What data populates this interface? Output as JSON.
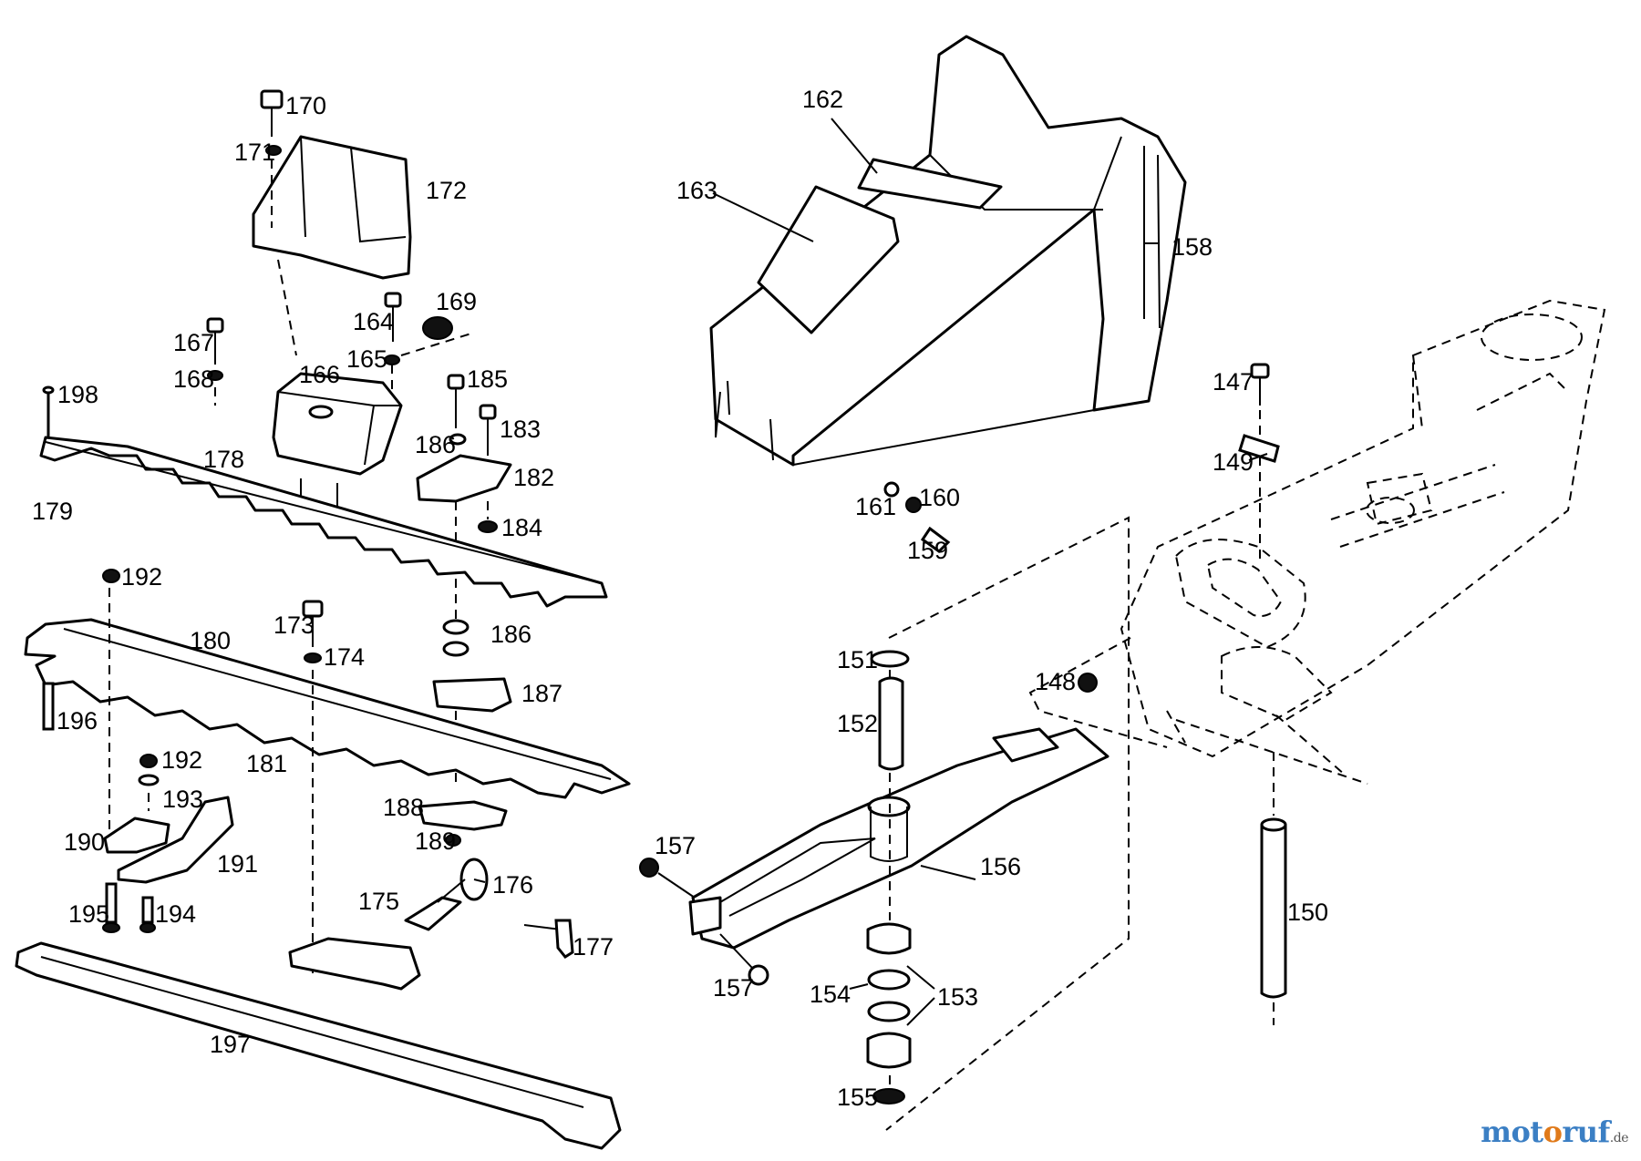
{
  "labels": {
    "p147": "147",
    "p148": "148",
    "p149": "149",
    "p150": "150",
    "p151": "151",
    "p152": "152",
    "p153": "153",
    "p154": "154",
    "p155": "155",
    "p156": "156",
    "p157a": "157",
    "p157b": "157",
    "p158": "158",
    "p159": "159",
    "p160": "160",
    "p161": "161",
    "p162": "162",
    "p163": "163",
    "p164": "164",
    "p165": "165",
    "p166": "166",
    "p167": "167",
    "p168": "168",
    "p169": "169",
    "p170": "170",
    "p171": "171",
    "p172": "172",
    "p173": "173",
    "p174": "174",
    "p175": "175",
    "p176": "176",
    "p177": "177",
    "p178": "178",
    "p179": "179",
    "p180": "180",
    "p181": "181",
    "p182": "182",
    "p183": "183",
    "p184": "184",
    "p185": "185",
    "p186a": "186",
    "p186b": "186",
    "p187": "187",
    "p188": "188",
    "p189": "189",
    "p190": "190",
    "p191": "191",
    "p192a": "192",
    "p192b": "192",
    "p193": "193",
    "p194": "194",
    "p195": "195",
    "p196": "196",
    "p197": "197",
    "p198": "198"
  },
  "watermark": {
    "part1": "mot",
    "part2": "o",
    "part3": "ruf",
    "tld": ".de"
  },
  "colors": {
    "ink": "#000000",
    "paper": "#ffffff",
    "brand_blue": "#3b7fc4",
    "brand_orange": "#e07a1a"
  }
}
